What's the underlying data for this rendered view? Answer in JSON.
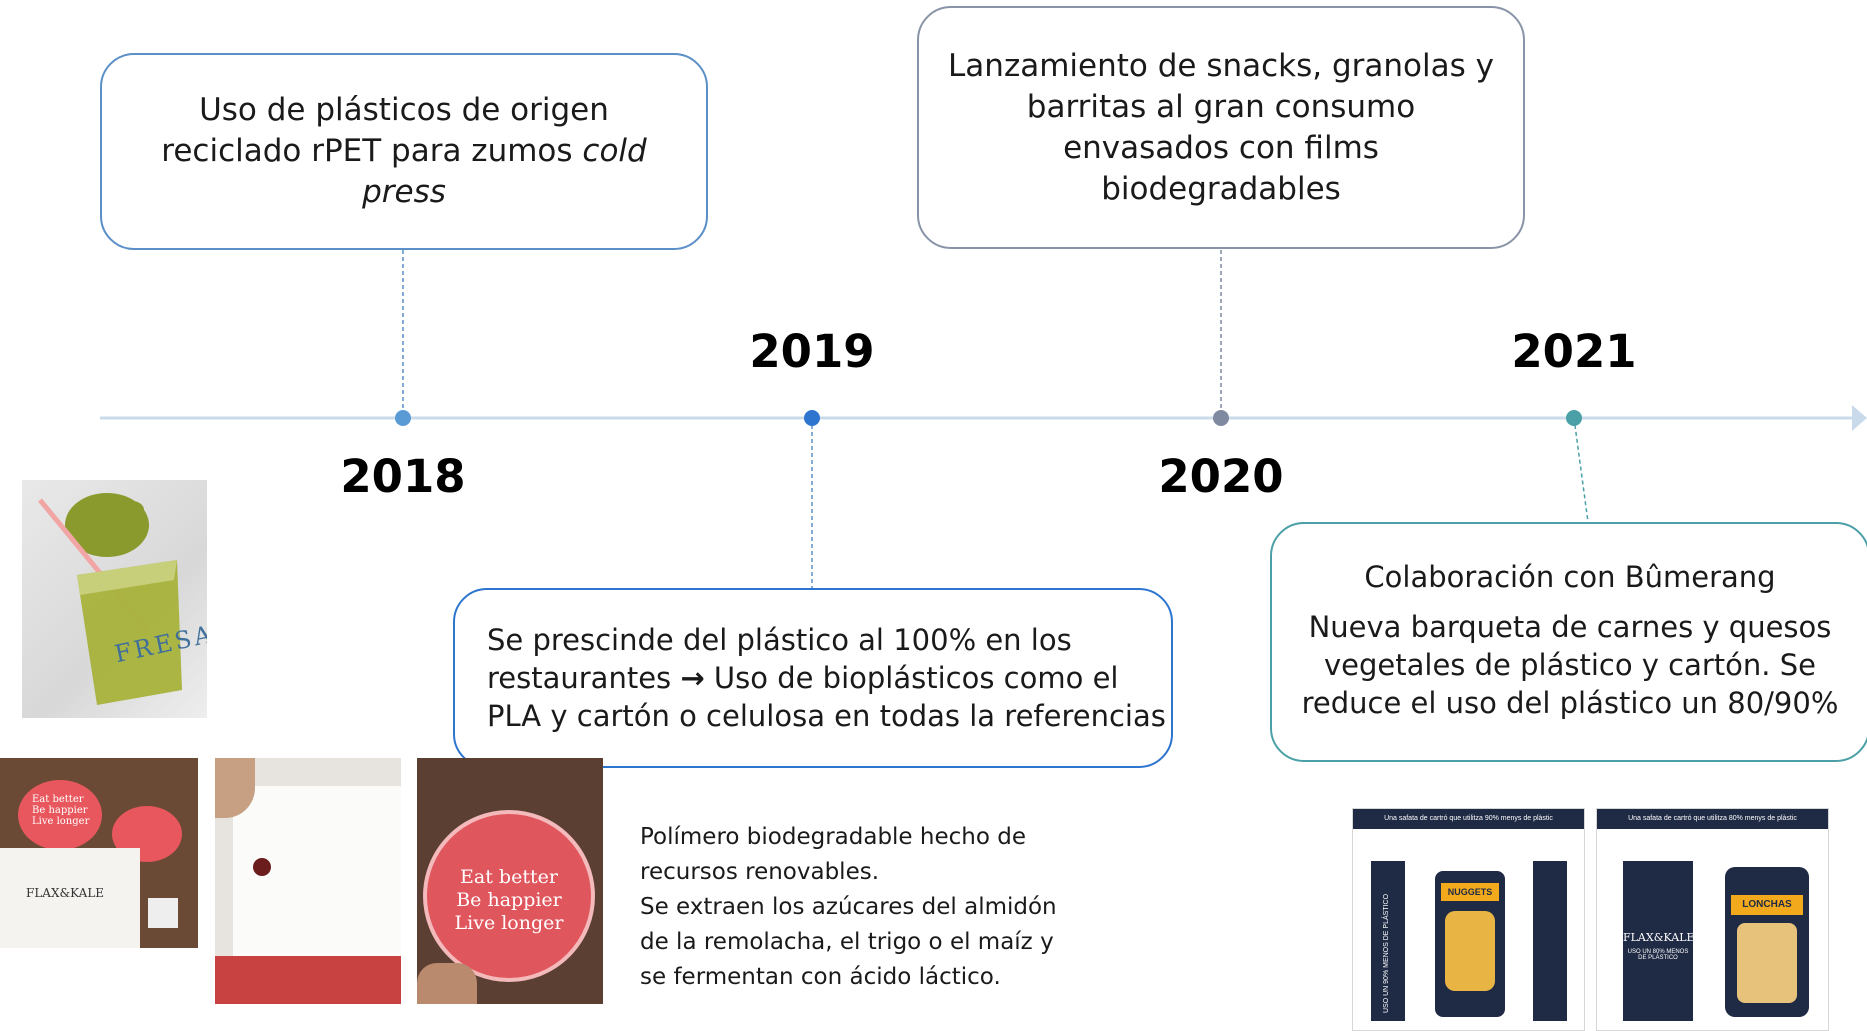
{
  "colors": {
    "axis": "#c9daea",
    "box_blue": "#5b8fc7",
    "box_gray": "#8a94a8",
    "box_teal": "#4aa0a6",
    "dot_blue": "#5b9bd5",
    "dot_gray": "#7f8aa0",
    "dot_teal": "#4aa0a6"
  },
  "years": {
    "y2018": "2018",
    "y2019": "2019",
    "y2020": "2020",
    "y2021": "2021"
  },
  "events": {
    "e2018": {
      "line1": "Uso de plásticos de origen",
      "line2_plain": "reciclado rPET para zumos ",
      "line2_italic": "cold",
      "line3_italic": "press"
    },
    "e2019": {
      "line1": "Se prescinde del plástico al 100% en los",
      "line2_a": "restaurantes ",
      "arrow": "→",
      "line2_b": " Uso de bioplásticos como el",
      "line3": "PLA y cartón o celulosa en todas la referencias"
    },
    "e2020": {
      "line1": "Lanzamiento de snacks, granolas y",
      "line2": "barritas al gran consumo",
      "line3": "envasados con films",
      "line4": "biodegradables"
    },
    "e2021": {
      "title": "Colaboración con Bûmerang",
      "line1": "Nueva barqueta de carnes y quesos",
      "line2": "vegetales de plástico y cartón. Se",
      "line3": "reduce el uso del plástico un 80/90%"
    }
  },
  "pla_note": {
    "line1": "Polímero biodegradable hecho de",
    "line2": "recursos renovables.",
    "line3": "Se extraen los azúcares del almidón",
    "line4": "de la remolacha, el trigo o el maíz y",
    "line5": "se fermentan con ácido láctico."
  },
  "photos": {
    "cup_brand": "FRESA",
    "lid_line1": "Eat better",
    "lid_line2": "Be happier",
    "lid_line3": "Live longer",
    "box_brand": "FLAX&KALE",
    "pack_left_header": "Una safata de cartró que utilitza 90% menys de plàstic",
    "pack_left_product": "NUGGETS",
    "pack_left_side": "USO UN 90% MENOS DE PLÁSTICO",
    "pack_right_header": "Una safata de cartró que utilitza 80% menys de plàstic",
    "pack_right_product": "LONCHAS",
    "pack_right_brand": "FLAX&KALE",
    "pack_right_sub": "USO UN 80% MENOS DE PLÁSTICO"
  }
}
